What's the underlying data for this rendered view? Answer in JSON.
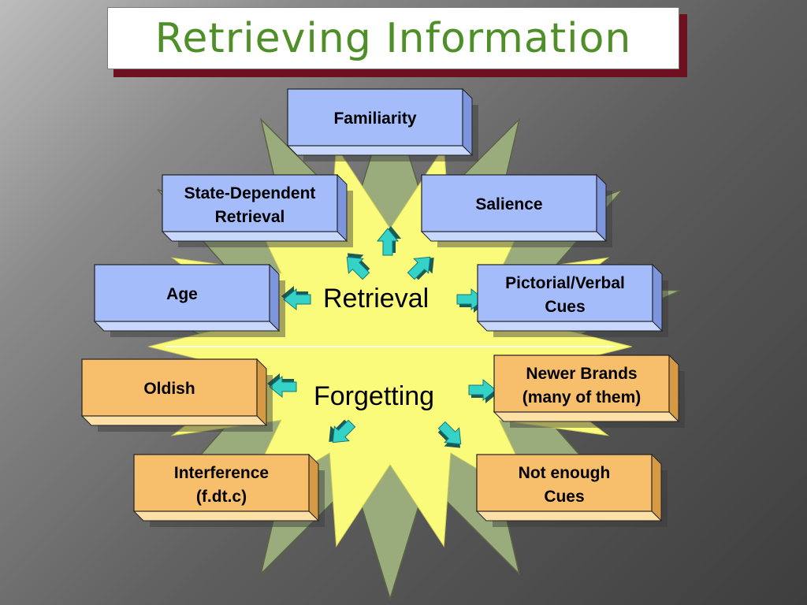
{
  "title": "Retrieving Information",
  "center": {
    "retrieval": "Retrieval",
    "forgetting": "Forgetting"
  },
  "colors": {
    "starOuter": "#9aab7c",
    "starInner": "#fbfb7b",
    "retrievalFront": "#a4bcfa",
    "retrievalTop": "#c8d8fc",
    "retrievalSide": "#7d95dc",
    "forgettingFront": "#f7be6c",
    "forgettingTop": "#fde0a6",
    "forgettingSide": "#d79a44",
    "arrow": "#35d2c8",
    "titleText": "#4f8f27",
    "titleShadow": "#6e1020"
  },
  "boxes": [
    {
      "id": "familiarity",
      "group": "retrieval",
      "lines": [
        "Familiarity"
      ]
    },
    {
      "id": "state-dependent-retrieval",
      "group": "retrieval",
      "lines": [
        "State-Dependent",
        "Retrieval"
      ]
    },
    {
      "id": "salience",
      "group": "retrieval",
      "lines": [
        "Salience"
      ]
    },
    {
      "id": "age",
      "group": "retrieval",
      "lines": [
        "Age"
      ]
    },
    {
      "id": "pictorial-verbal-cues",
      "group": "retrieval",
      "lines": [
        "Pictorial/Verbal",
        "Cues"
      ]
    },
    {
      "id": "oldish",
      "group": "forgetting",
      "lines": [
        "Oldish"
      ]
    },
    {
      "id": "newer-brands",
      "group": "forgetting",
      "lines": [
        "Newer Brands",
        "(many of them)"
      ]
    },
    {
      "id": "interference",
      "group": "forgetting",
      "lines": [
        "Interference",
        "(f.dt.c)"
      ]
    },
    {
      "id": "not-enough-cues",
      "group": "forgetting",
      "lines": [
        "Not enough",
        "Cues"
      ]
    }
  ],
  "arrows": [
    {
      "id": "arrow-up",
      "direction": "up"
    },
    {
      "id": "arrow-up-left",
      "direction": "up-left"
    },
    {
      "id": "arrow-up-right",
      "direction": "up-right"
    },
    {
      "id": "arrow-left-retrieval",
      "direction": "left"
    },
    {
      "id": "arrow-right-retrieval",
      "direction": "right"
    },
    {
      "id": "arrow-left-forgetting",
      "direction": "left"
    },
    {
      "id": "arrow-right-forgetting",
      "direction": "right"
    },
    {
      "id": "arrow-down-left",
      "direction": "down-left"
    },
    {
      "id": "arrow-down-right",
      "direction": "down-right"
    }
  ]
}
